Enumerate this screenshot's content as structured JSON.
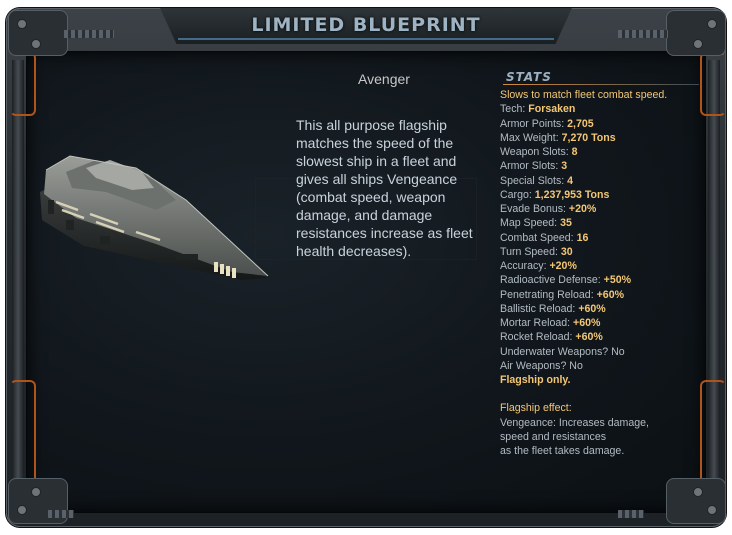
{
  "window": {
    "title": "LIMITED BLUEPRINT"
  },
  "ship": {
    "name": "Avenger",
    "description": "This all purpose flagship matches the speed of the slowest ship in a fleet and gives all ships Vengeance (combat speed, weapon damage, and damage resistances increase as fleet health decreases).",
    "image_icon": "flagship-hull-icon"
  },
  "stats": {
    "heading": "STATS",
    "intro": "Slows to match fleet combat speed.",
    "rows": [
      {
        "label": "Tech:",
        "value": "Forsaken"
      },
      {
        "label": "Armor Points:",
        "value": "2,705"
      },
      {
        "label": "Max Weight:",
        "value": "7,270 Tons"
      },
      {
        "label": "Weapon Slots:",
        "value": "8"
      },
      {
        "label": "Armor Slots:",
        "value": "3"
      },
      {
        "label": "Special Slots:",
        "value": "4"
      },
      {
        "label": "Cargo:",
        "value": "1,237,953 Tons"
      },
      {
        "label": "Evade Bonus:",
        "value": "+20%"
      },
      {
        "label": "Map Speed:",
        "value": "35"
      },
      {
        "label": "Combat Speed:",
        "value": "16"
      },
      {
        "label": "Turn Speed:",
        "value": "30"
      },
      {
        "label": "Accuracy:",
        "value": "+20%"
      },
      {
        "label": "Radioactive Defense:",
        "value": "+50%"
      },
      {
        "label": "Penetrating Reload:",
        "value": "+60%"
      },
      {
        "label": "Ballistic Reload:",
        "value": "+60%"
      },
      {
        "label": "Mortar Reload:",
        "value": "+60%"
      },
      {
        "label": "Rocket Reload:",
        "value": "+60%"
      }
    ],
    "underwater": "Underwater Weapons? No",
    "air": "Air Weapons? No",
    "flagship_only": "Flagship only.",
    "effect_heading": "Flagship effect:",
    "effect_lines": [
      "Vengeance: Increases damage,",
      "speed and resistances",
      "as the fleet takes damage."
    ]
  },
  "colors": {
    "highlight": "#f4c774",
    "frame_accent": "#b0541c",
    "title": "#9eb3c4"
  }
}
